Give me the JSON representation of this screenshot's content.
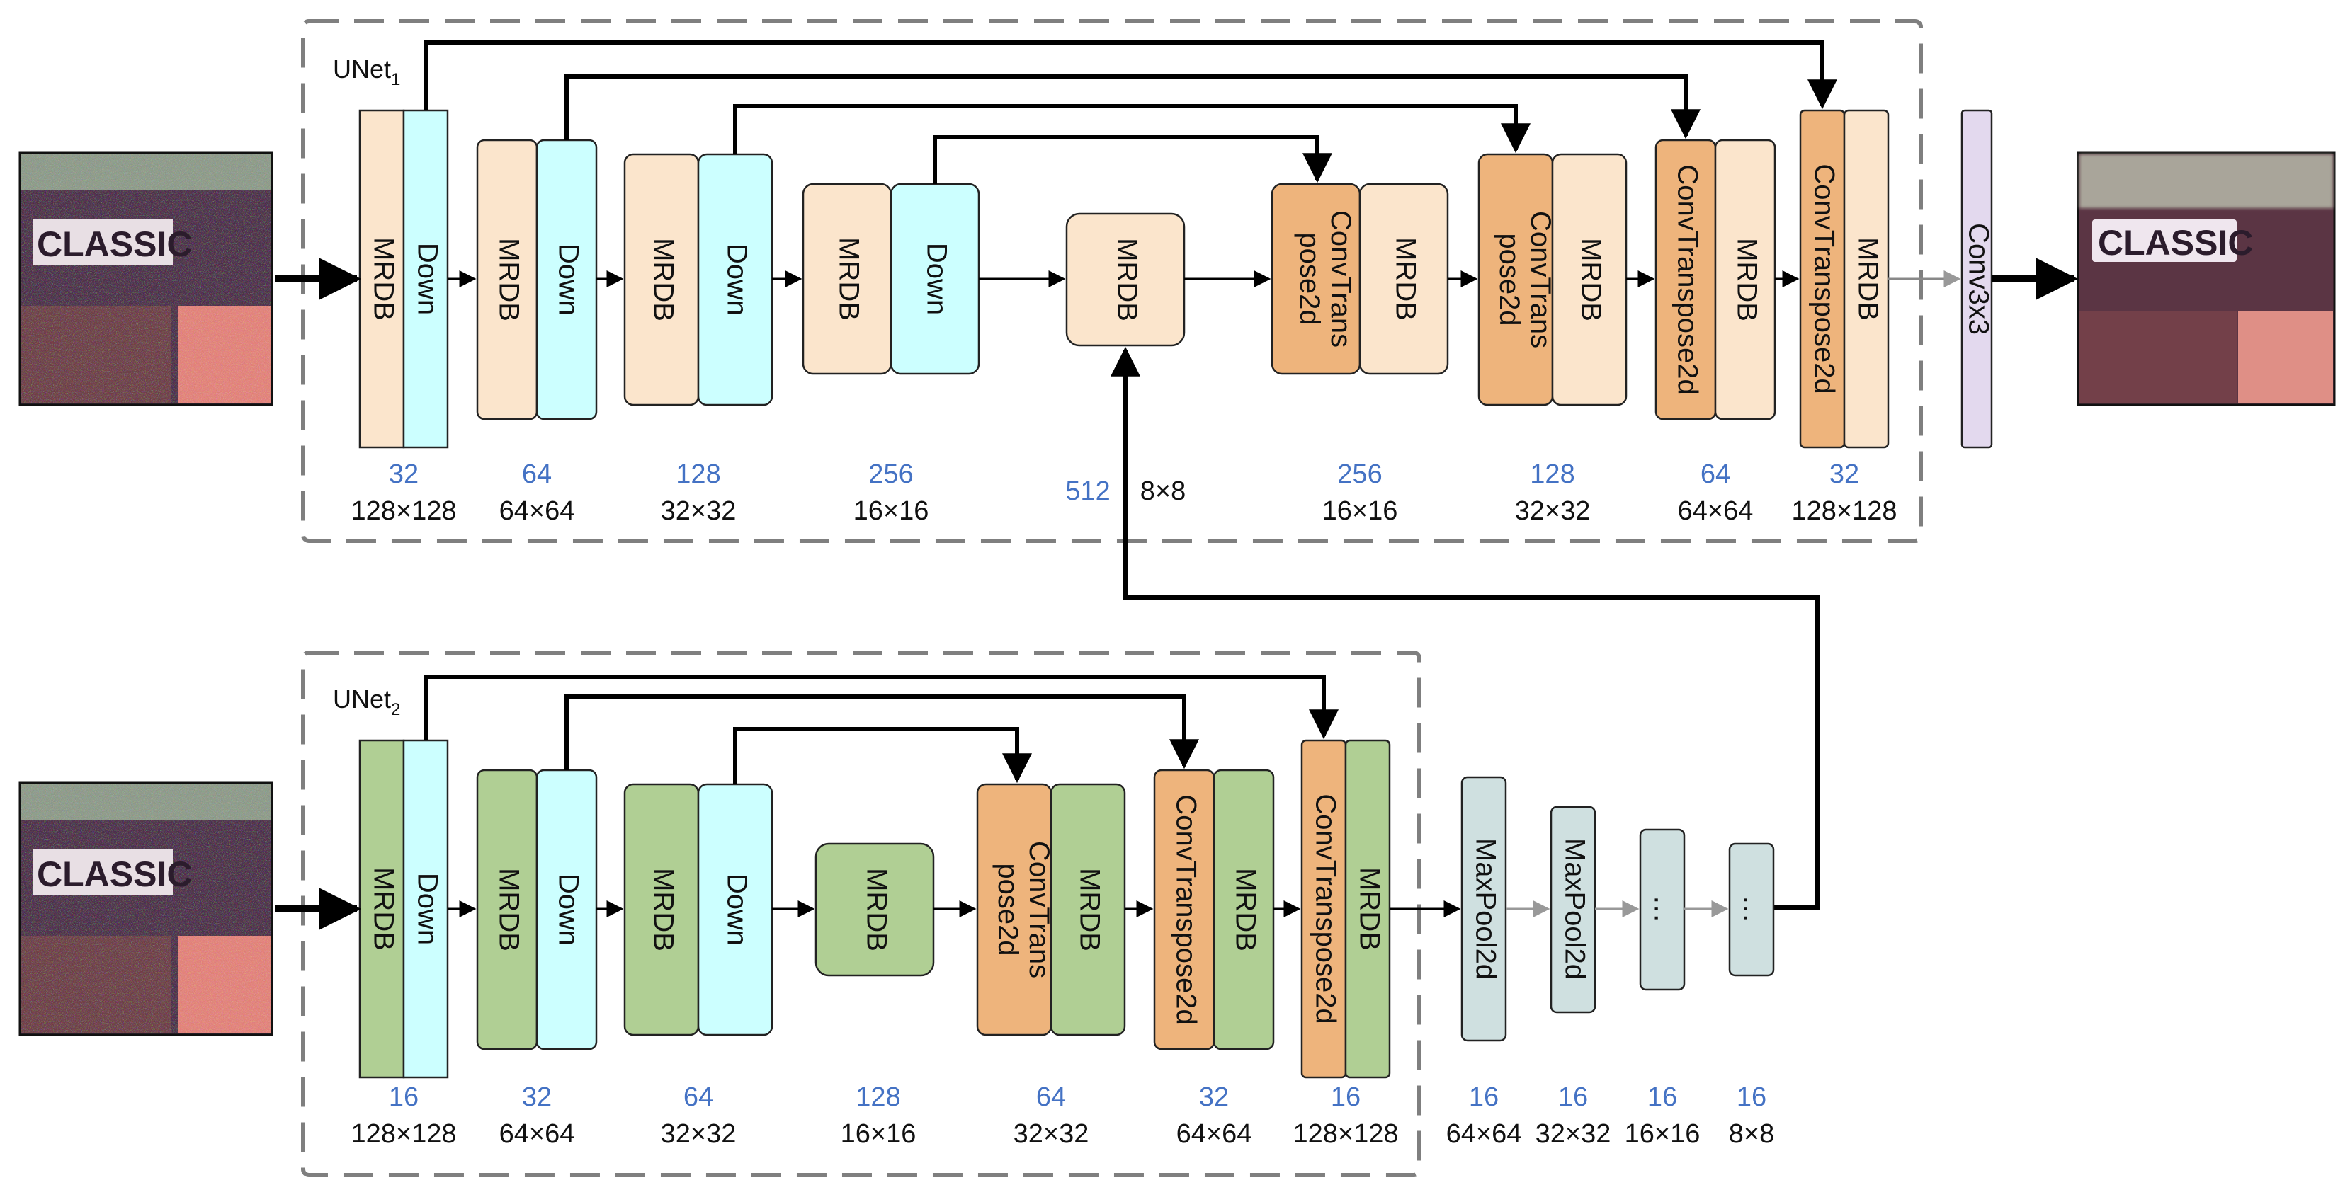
{
  "unet1": {
    "name": "UNet",
    "sub": "1",
    "labels": {
      "mrdb": "MRDB",
      "down": "Down",
      "conv_a": "ConvTrans",
      "conv_b": "pose2d",
      "conv_full": "ConvTranspose2d",
      "conv3": "Conv3x3"
    },
    "stages": [
      {
        "ch": "32",
        "dim": "128×128"
      },
      {
        "ch": "64",
        "dim": "64×64"
      },
      {
        "ch": "128",
        "dim": "32×32"
      },
      {
        "ch": "256",
        "dim": "16×16"
      },
      {
        "ch": "512",
        "dim": "8×8"
      },
      {
        "ch": "256",
        "dim": "16×16"
      },
      {
        "ch": "128",
        "dim": "32×32"
      },
      {
        "ch": "64",
        "dim": "64×64"
      },
      {
        "ch": "32",
        "dim": "128×128"
      }
    ]
  },
  "unet2": {
    "name": "UNet",
    "sub": "2",
    "stages": [
      {
        "ch": "16",
        "dim": "128×128"
      },
      {
        "ch": "32",
        "dim": "64×64"
      },
      {
        "ch": "64",
        "dim": "32×32"
      },
      {
        "ch": "128",
        "dim": "16×16"
      },
      {
        "ch": "64",
        "dim": "32×32"
      },
      {
        "ch": "32",
        "dim": "64×64"
      },
      {
        "ch": "16",
        "dim": "128×128"
      }
    ]
  },
  "pool": {
    "label": "MaxPool2d",
    "ellipsis": "…",
    "stages": [
      {
        "ch": "16",
        "dim": "64×64"
      },
      {
        "ch": "16",
        "dim": "32×32"
      },
      {
        "ch": "16",
        "dim": "16×16"
      },
      {
        "ch": "16",
        "dim": "8×8"
      }
    ]
  },
  "images": {
    "input_text": "CLASSIC",
    "output_text": "CLASSIC"
  },
  "colors": {
    "mrdb_unet1": "#fbe5cc",
    "down": "#ccffff",
    "conv_transpose": "#eeb47c",
    "mrdb_unet2": "#b0cf94",
    "maxpool": "#cfe0e0",
    "conv3x3": "#e3d9ee",
    "channel_text": "#4472c4"
  }
}
